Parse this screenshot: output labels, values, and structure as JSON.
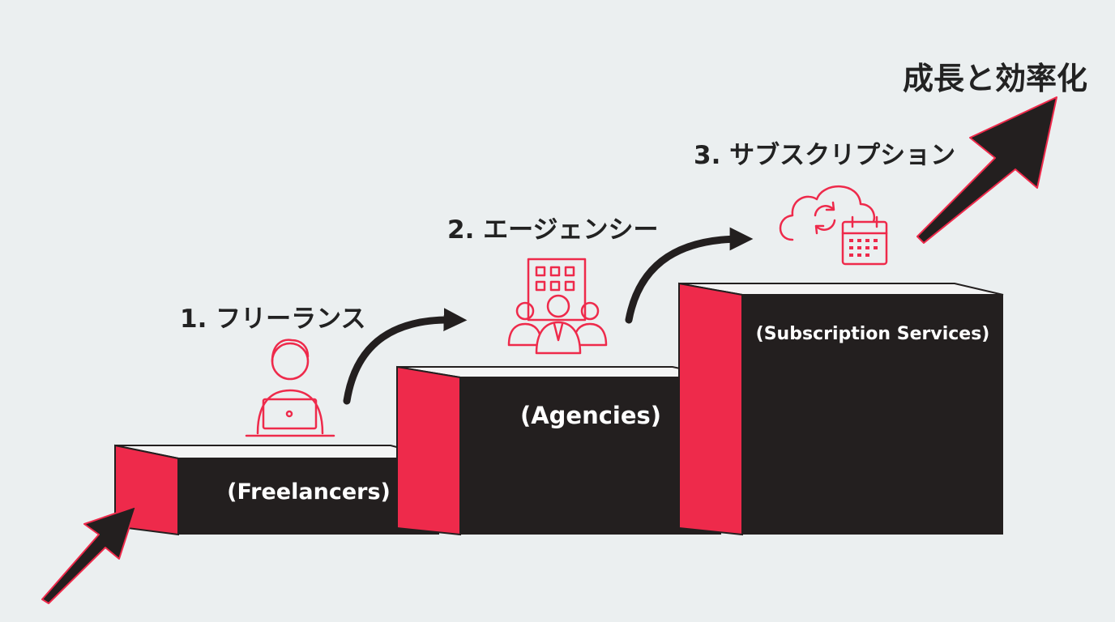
{
  "title": "成長と効率化",
  "colors": {
    "accent": "#ee2a4b",
    "dark": "#231f1f",
    "background": "#ebeff0"
  },
  "steps": [
    {
      "label": "1. フリーランス",
      "sublabel": "(Freelancers)",
      "icon": "freelancer-laptop-icon"
    },
    {
      "label": "2. エージェンシー",
      "sublabel": "(Agencies)",
      "icon": "agency-team-building-icon"
    },
    {
      "label": "3. サブスクリプション",
      "sublabel": "(Subscription Services)",
      "icon": "cloud-sync-calendar-icon"
    }
  ]
}
